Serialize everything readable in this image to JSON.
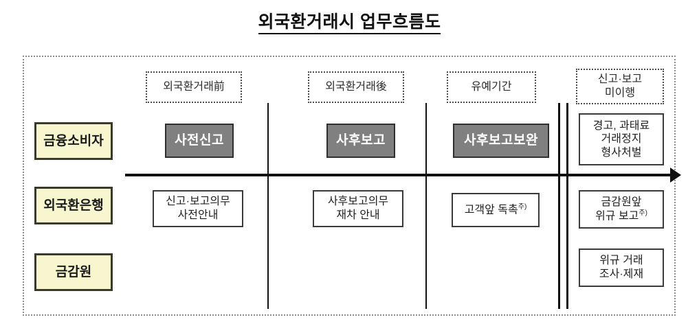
{
  "title": "외국환거래시 업무흐름도",
  "colors": {
    "lane_fill": "#f7f6cf",
    "action_fill": "#808080",
    "action_text": "#ffffff",
    "frame_border": "#8a8a8a",
    "line": "#111111"
  },
  "phases": [
    {
      "label": "외국환거래前"
    },
    {
      "label": "외국환거래後"
    },
    {
      "label": "유예기간"
    },
    {
      "label_line1": "신고·보고",
      "label_line2": "미이행"
    }
  ],
  "lanes": [
    {
      "label": "금융소비자"
    },
    {
      "label": "외국환은행"
    },
    {
      "label": "금감원"
    }
  ],
  "consumer_row": {
    "pre": "사전신고",
    "post": "사후보고",
    "grace": "사후보고보완",
    "penalty_line1": "경고, 과태료",
    "penalty_line2": "거래정지",
    "penalty_line3": "형사처벌"
  },
  "bank_row": {
    "pre_line1": "신고·보고의무",
    "pre_line2": "사전안내",
    "post_line1": "사후보고의무",
    "post_line2": "재차 안내",
    "grace_text": "고객앞 독촉",
    "grace_note": "주)",
    "report_line1": "금감원앞",
    "report_line2": "위규 보고",
    "report_note": "주)"
  },
  "fss_row": {
    "action_line1": "위규 거래",
    "action_line2": "조사·제재"
  }
}
